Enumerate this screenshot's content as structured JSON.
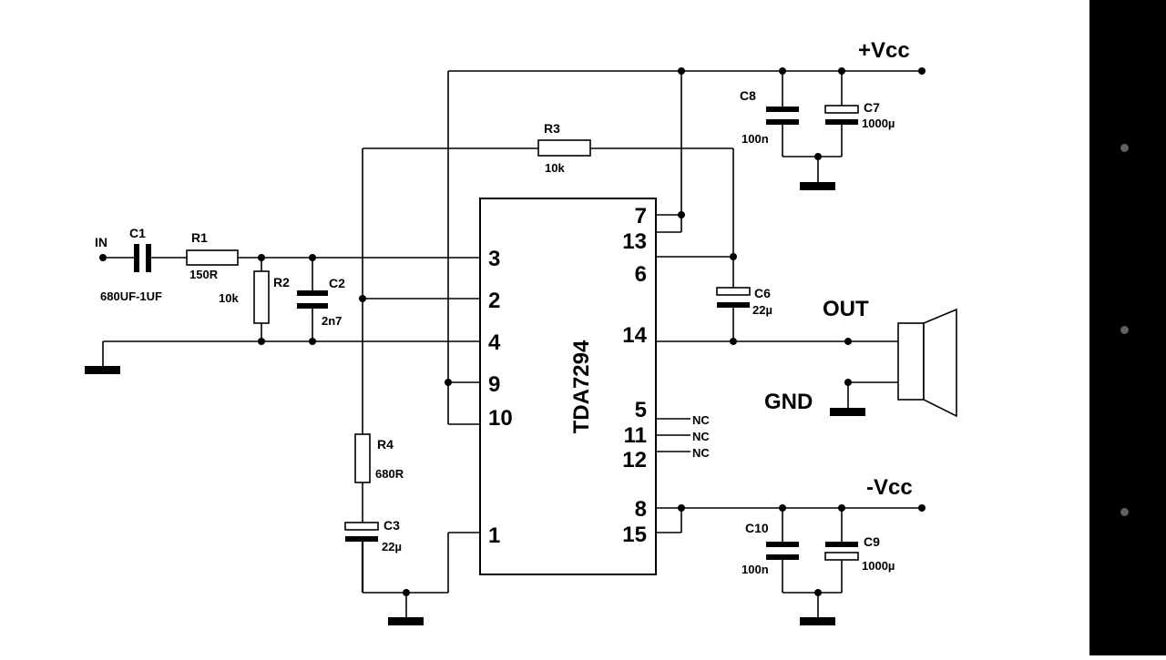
{
  "diagram": {
    "ic": {
      "name": "TDA7294"
    },
    "pins": {
      "p7": "7",
      "p13": "13",
      "p6": "6",
      "p14": "14",
      "p5": "5",
      "p11": "11",
      "p12": "12",
      "p8": "8",
      "p15": "15",
      "p3": "3",
      "p2": "2",
      "p4": "4",
      "p9": "9",
      "p10": "10",
      "p1": "1"
    },
    "nc": {
      "nc5": "NC",
      "nc11": "NC",
      "nc12": "NC"
    },
    "rails": {
      "vcc_pos": "+Vcc",
      "vcc_neg": "-Vcc"
    },
    "terminals": {
      "in": "IN",
      "out": "OUT",
      "gnd": "GND"
    },
    "components": {
      "c1": {
        "name": "C1",
        "value": "680UF-1UF"
      },
      "r1": {
        "name": "R1",
        "value": "150R"
      },
      "r2": {
        "name": "R2",
        "value": "10k"
      },
      "c2": {
        "name": "C2",
        "value": "2n7"
      },
      "r3": {
        "name": "R3",
        "value": "10k"
      },
      "r4": {
        "name": "R4",
        "value": "680R"
      },
      "c3": {
        "name": "C3",
        "value": "22µ"
      },
      "c6": {
        "name": "C6",
        "value": "22µ"
      },
      "c7": {
        "name": "C7",
        "value": "1000µ"
      },
      "c8": {
        "name": "C8",
        "value": "100n"
      },
      "c9": {
        "name": "C9",
        "value": "1000µ"
      },
      "c10": {
        "name": "C10",
        "value": "100n"
      }
    }
  },
  "navbar": {
    "icons": [
      "dot-icon",
      "dot-icon",
      "dot-icon"
    ]
  }
}
